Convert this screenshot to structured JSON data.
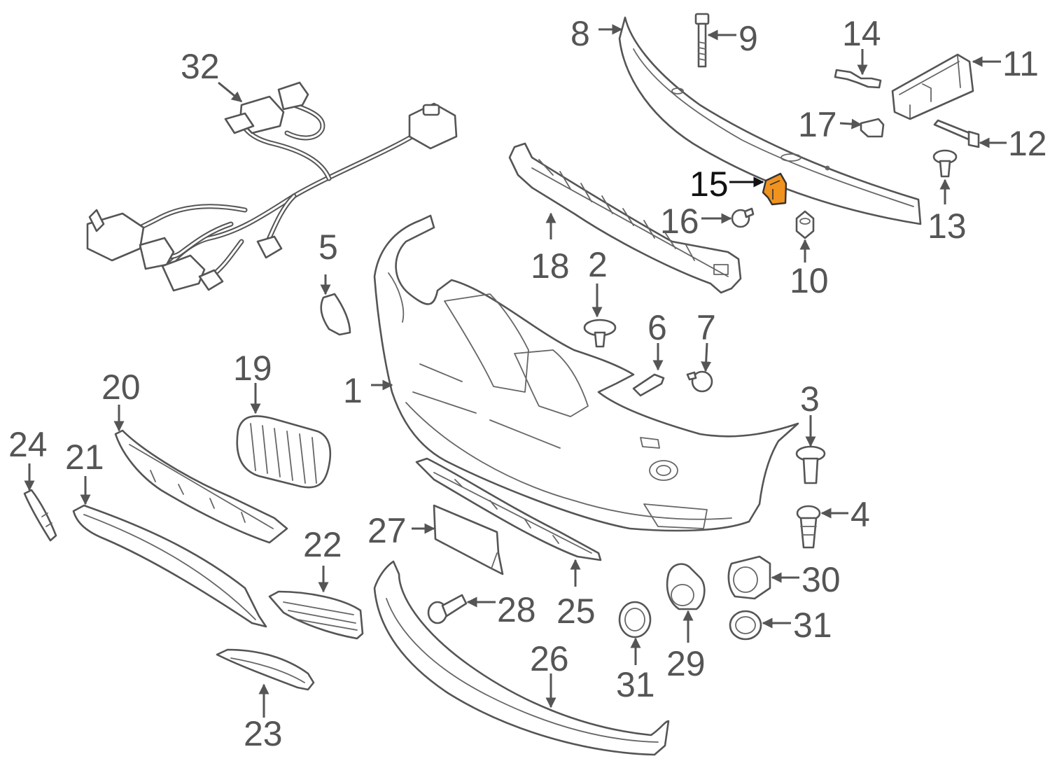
{
  "highlight_color": "#f0921e",
  "callouts": {
    "c1": "1",
    "c2": "2",
    "c3": "3",
    "c4": "4",
    "c5": "5",
    "c6": "6",
    "c7": "7",
    "c8": "8",
    "c9": "9",
    "c10": "10",
    "c11": "11",
    "c12": "12",
    "c13": "13",
    "c14": "14",
    "c15": "15",
    "c16": "16",
    "c17": "17",
    "c18": "18",
    "c19": "19",
    "c20": "20",
    "c21": "21",
    "c22": "22",
    "c23": "23",
    "c24": "24",
    "c25": "25",
    "c26": "26",
    "c27": "27",
    "c28": "28",
    "c29": "29",
    "c30": "30",
    "c31a": "31",
    "c31b": "31",
    "c32": "32"
  }
}
